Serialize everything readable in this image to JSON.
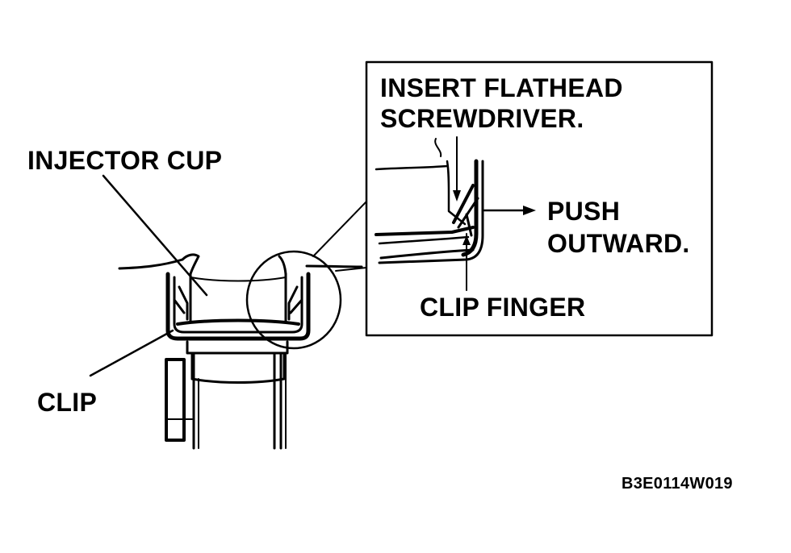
{
  "labels": {
    "injector_cup": "INJECTOR CUP",
    "clip": "CLIP",
    "insert_line1": "INSERT FLATHEAD",
    "insert_line2": "SCREWDRIVER.",
    "push_line1": "PUSH",
    "push_line2": "OUTWARD.",
    "clip_finger": "CLIP FINGER",
    "figure_code": "B3E0114W019"
  },
  "colors": {
    "ink": "#000000",
    "paper": "#ffffff"
  }
}
